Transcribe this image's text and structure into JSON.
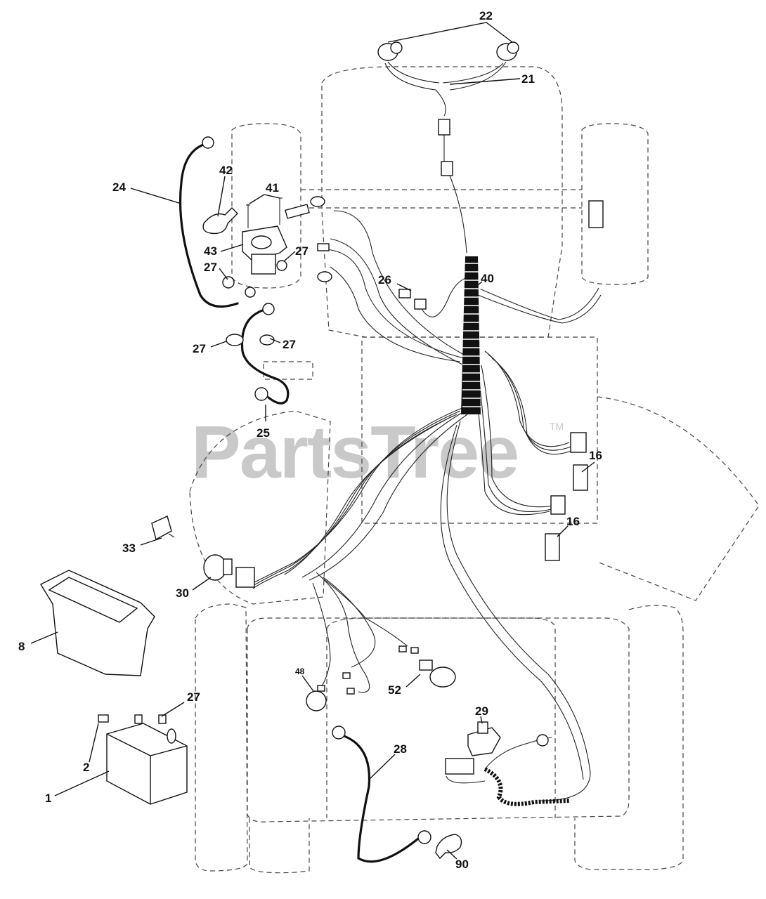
{
  "watermark": {
    "text": "PartsTree",
    "trademark": "TM"
  },
  "callouts": {
    "c22": "22",
    "c21": "21",
    "c24": "24",
    "c42": "42",
    "c41": "41",
    "c43": "43",
    "c27a": "27",
    "c27b": "27",
    "c27c": "27",
    "c27d": "27",
    "c27e": "27",
    "c26": "26",
    "c40": "40",
    "c25": "25",
    "c16a": "16",
    "c16b": "16",
    "c33": "33",
    "c30": "30",
    "c8": "8",
    "c48": "48",
    "c52": "52",
    "c29": "29",
    "c28": "28",
    "c2": "2",
    "c1": "1",
    "c90": "90"
  }
}
